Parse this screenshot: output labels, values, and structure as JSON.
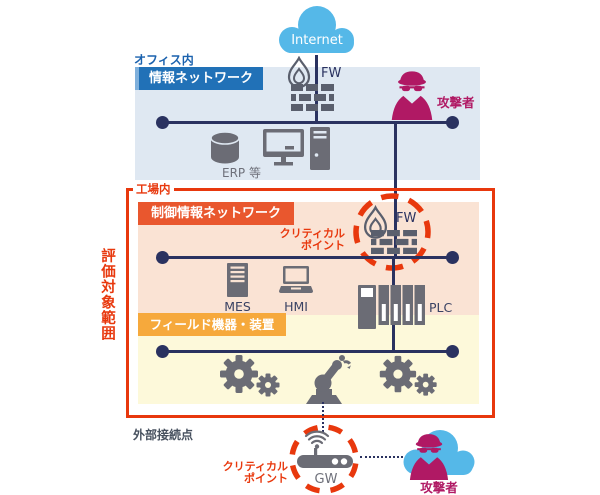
{
  "internet": {
    "label": "Internet"
  },
  "office": {
    "area_label": "オフィス内",
    "network_label": "情報ネットワーク",
    "fw_label": "FW",
    "attacker_label": "攻撃者",
    "erp_label": "ERP 等"
  },
  "factory": {
    "area_label": "工場内",
    "network_label": "制御情報ネットワーク",
    "fw_label": "FW",
    "critical_point": {
      "line1": "クリティカル",
      "line2": "ポイント"
    },
    "devices": {
      "mes": "MES",
      "hmi": "HMI",
      "plc": "PLC"
    },
    "field_label": "フィールド機器・装置"
  },
  "scope": {
    "label": "評価対象範囲"
  },
  "external": {
    "area_label": "外部接続点",
    "gw_label": "GW",
    "critical_point": {
      "line1": "クリティカル",
      "line2": "ポイント"
    },
    "attacker_label": "攻撃者"
  },
  "colors": {
    "red_accent": "#e8380d",
    "navy_line": "#2a3260",
    "blue_box": "#2171b7",
    "orange_box": "#e9572e",
    "amber_box": "#f6a93c",
    "office_bg": "#dfe8f2",
    "factory_upper_bg": "#fae3d4",
    "factory_lower_bg": "#fdf9da",
    "icon_gray": "#6b6c75",
    "attacker_magenta": "#b01964",
    "cloud_blue": "#55b8e8"
  }
}
